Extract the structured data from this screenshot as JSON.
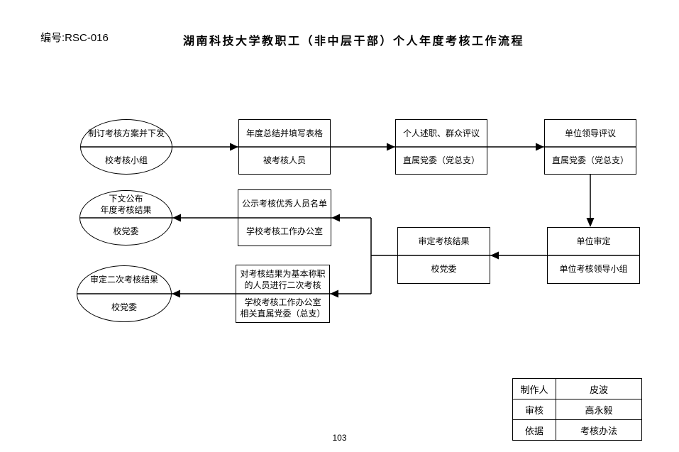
{
  "header": {
    "doc_number": "编号:RSC-016",
    "title": "湖南科技大学教职工（非中层干部）个人年度考核工作流程"
  },
  "flowchart": {
    "nodes": [
      {
        "id": "plan",
        "shape": "ellipse",
        "action": "制订考核方案并下发",
        "actor": "校考核小组"
      },
      {
        "id": "summary",
        "shape": "rect",
        "action": "年度总结并填写表格",
        "actor": "被考核人员"
      },
      {
        "id": "self-report",
        "shape": "rect",
        "action": "个人述职、群众评议",
        "actor": "直属党委（党总支）"
      },
      {
        "id": "leader-review",
        "shape": "rect",
        "action": "单位领导评议",
        "actor": "直属党委（党总支）"
      },
      {
        "id": "announce",
        "shape": "ellipse",
        "action": "下文公布\n年度考核结果",
        "actor": "校党委"
      },
      {
        "id": "publicize",
        "shape": "rect",
        "action": "公示考核优秀人员名单",
        "actor": "学校考核工作办公室"
      },
      {
        "id": "confirm-result",
        "shape": "rect",
        "action": "审定考核结果",
        "actor": "校党委"
      },
      {
        "id": "unit-confirm",
        "shape": "rect",
        "action": "单位审定",
        "actor": "单位考核领导小组"
      },
      {
        "id": "second-confirm",
        "shape": "ellipse",
        "action": "审定二次考核结果",
        "actor": "校党委"
      },
      {
        "id": "second-review",
        "shape": "rect",
        "action": "对考核结果为基本称职\n的人员进行二次考核",
        "actor": "学校考核工作办公室\n相关直属党委（总支）"
      }
    ]
  },
  "footer_table": {
    "rows": [
      {
        "label": "制作人",
        "value": "皮波"
      },
      {
        "label": "审核",
        "value": "高永毅"
      },
      {
        "label": "依据",
        "value": "考核办法"
      }
    ]
  },
  "page_number": "103",
  "colors": {
    "line": "#000000",
    "background": "#ffffff"
  }
}
